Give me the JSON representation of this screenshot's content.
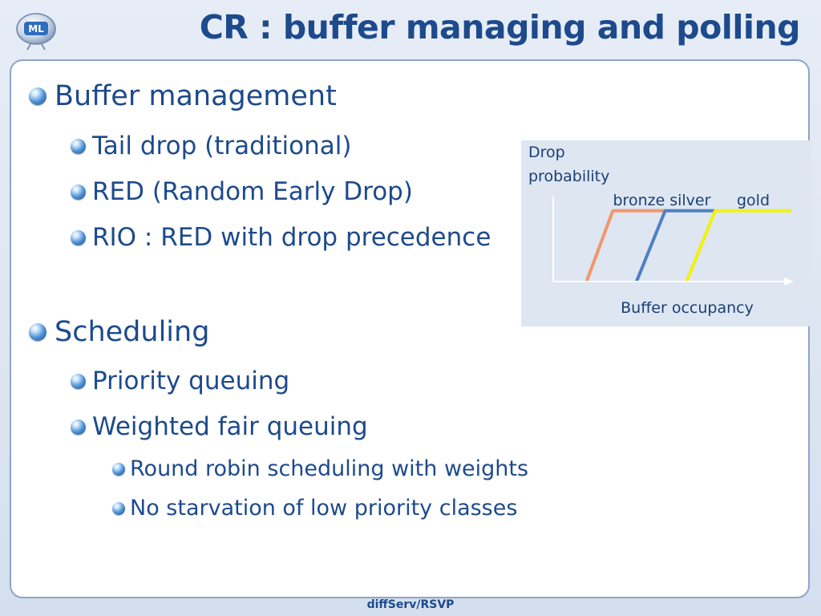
{
  "slide": {
    "title": "CR : buffer managing and polling",
    "footer": "diffServ/RSVP"
  },
  "bullets": {
    "buffer": {
      "heading": "Buffer management",
      "items": [
        "Tail drop (traditional)",
        "RED (Random Early Drop)",
        "RIO : RED with drop precedence"
      ]
    },
    "scheduling": {
      "heading": "Scheduling",
      "items": [
        "Priority queuing",
        "Weighted fair queuing"
      ],
      "subitems": [
        "Round robin scheduling with weights",
        "No starvation of low priority classes"
      ]
    }
  },
  "chart_data": {
    "type": "line",
    "ylabel": "Drop probability",
    "xlabel": "Buffer occupancy",
    "series": [
      {
        "name": "bronze",
        "color": "#f4956a",
        "x": [
          0.14,
          0.25,
          0.47
        ],
        "y": [
          0,
          0.9,
          0.9
        ]
      },
      {
        "name": "silver",
        "color": "#4f7fc3",
        "x": [
          0.35,
          0.47,
          0.68
        ],
        "y": [
          0,
          0.9,
          0.9
        ]
      },
      {
        "name": "gold",
        "color": "#f2f20a",
        "x": [
          0.56,
          0.68,
          1.0
        ],
        "y": [
          0,
          0.9,
          0.9
        ]
      }
    ],
    "xlim": [
      0,
      1
    ],
    "ylim": [
      0,
      1
    ]
  }
}
